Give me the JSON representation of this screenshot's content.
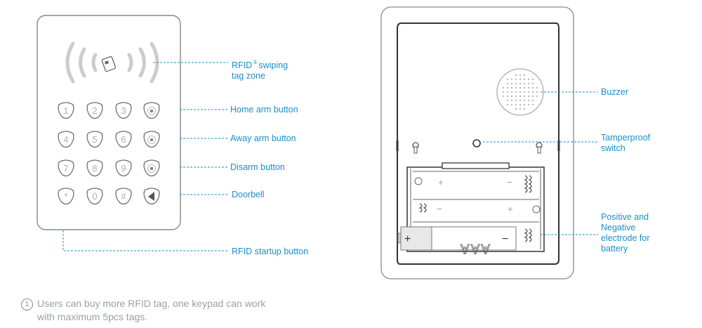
{
  "callouts": {
    "rfid_zone_line1": "RFID",
    "rfid_zone_marker": "①",
    "rfid_zone_line1_rest": "swiping",
    "rfid_zone_line2": "tag zone",
    "home_arm": "Home arm button",
    "away_arm": "Away arm button",
    "disarm": "Disarm button",
    "doorbell": "Doorbell",
    "rfid_startup": "RFID startup button",
    "buzzer": "Buzzer",
    "tamper_line1": "Tamperproof",
    "tamper_line2": "switch",
    "battery_line1": "Positive and",
    "battery_line2": "Negative",
    "battery_line3": "electrode for",
    "battery_line4": "battery"
  },
  "keypad": {
    "keys": [
      "1",
      "2",
      "3",
      "home",
      "4",
      "5",
      "6",
      "away",
      "7",
      "8",
      "9",
      "disarm",
      "*",
      "0",
      "#",
      "doorbell"
    ]
  },
  "battery": {
    "plus": "+",
    "minus": "−",
    "label": "AAA",
    "slot_plus": "+",
    "slot_minus": "−"
  },
  "footnote": {
    "marker": "1",
    "line1": "Users can buy more RFID tag, one keypad can work",
    "line2": "with maximum 5pcs tags."
  },
  "colors": {
    "callout": "#1a8fc9",
    "outline": "#9a9a9a",
    "footnote": "#9aa0a6"
  }
}
